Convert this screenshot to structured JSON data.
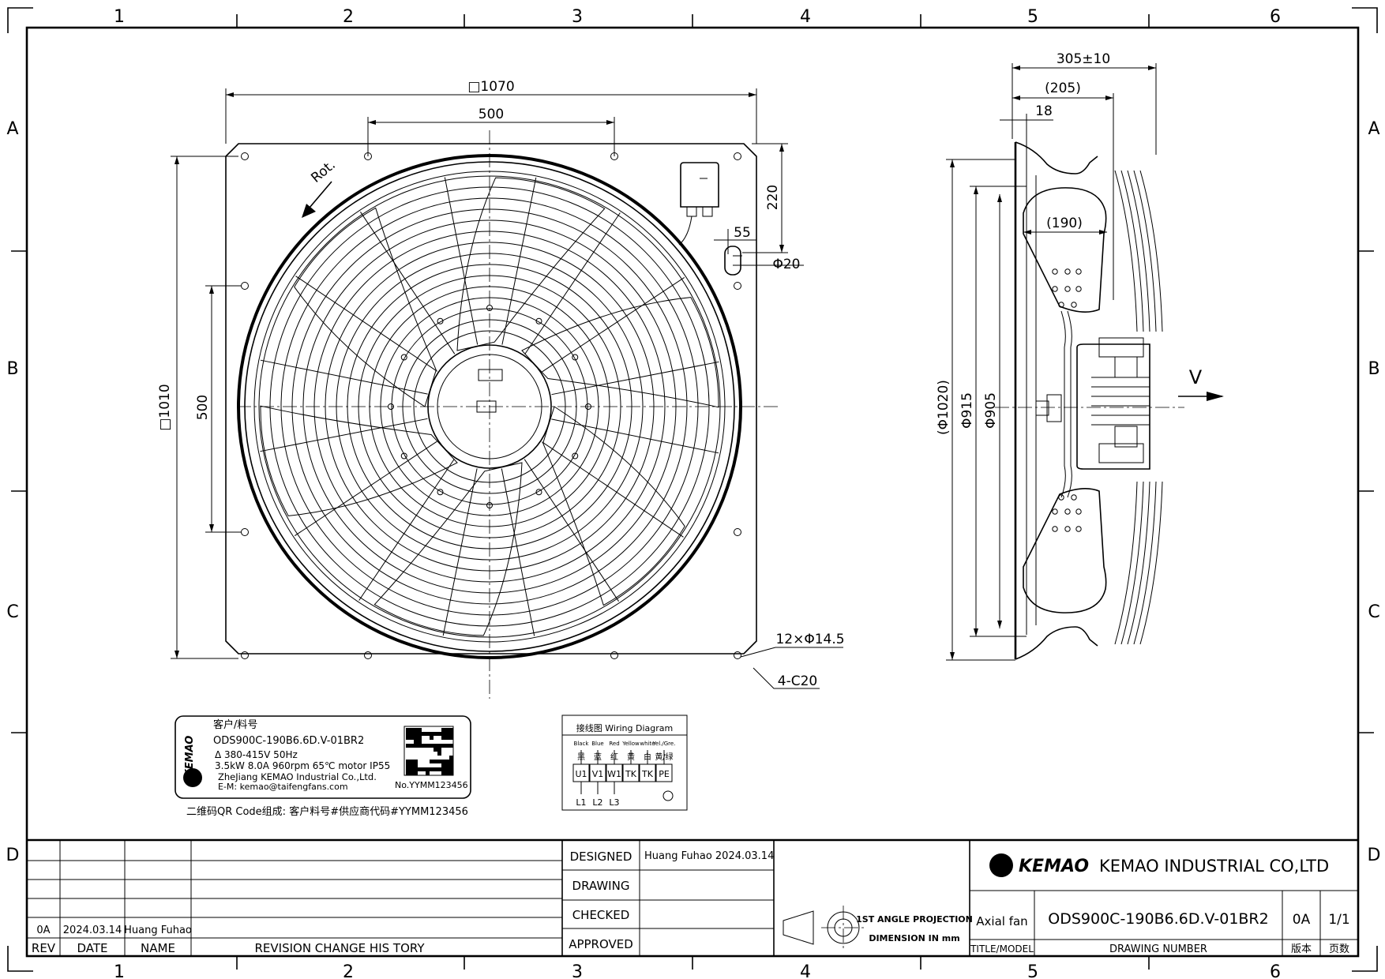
{
  "frame": {
    "columns": [
      "1",
      "2",
      "3",
      "4",
      "5",
      "6"
    ],
    "rows": [
      "A",
      "B",
      "C",
      "D"
    ]
  },
  "front_view": {
    "rotation_label": "Rot.",
    "dims": {
      "overall_width": "□1070",
      "overall_height": "□1010",
      "hole_pitch_h": "500",
      "hole_pitch_v": "500",
      "box_offset": "220",
      "pin_offset": "55",
      "pin_dia": "Φ20",
      "holes": "12×Φ14.5",
      "corners": "4-C20"
    }
  },
  "side_view": {
    "airflow_label": "V",
    "dims": {
      "overall_depth": "305±10",
      "depth_205": "(205)",
      "flange": "18",
      "depth_190": "(190)",
      "dia_1020": "(Φ1020)",
      "dia_915": "Φ915",
      "dia_905": "Φ905"
    }
  },
  "nameplate": {
    "logo_text": "KEMAO",
    "line1": "客户/料号",
    "line2": "ODS900C-190B6.6D.V-01BR2",
    "line3": "Δ 380-415V 50Hz",
    "line4": "3.5kW 8.0A 960rpm 65℃ motor IP55",
    "line5": "ZheJiang KEMAO Industrial Co.,Ltd.",
    "line6": "E-M: kemao@taifengfans.com",
    "serial": "No.YYMM123456",
    "qr_note": "二维码QR Code组成: 客户料号#供应商代码#YYMM123456"
  },
  "wiring": {
    "title": "接线图 Wiring Diagram",
    "colors_en": [
      "Black",
      "Blue",
      "Red",
      "Yellow",
      "white",
      "Yel./Gre."
    ],
    "colors_cn": [
      "黑",
      "蓝",
      "红",
      "黄",
      "白",
      "黄/绿"
    ],
    "terminals": [
      "U1",
      "V1",
      "W1",
      "TK",
      "TK",
      "PE"
    ],
    "lines": [
      "L1",
      "L2",
      "L3"
    ]
  },
  "title_block": {
    "revision": {
      "rev": "0A",
      "date": "2024.03.14",
      "name": "Huang Fuhao"
    },
    "rev_headers": {
      "rev": "REV",
      "date": "DATE",
      "name": "NAME",
      "history": "REVISION CHANGE HIS TORY"
    },
    "roles": [
      "DESIGNED",
      "DRAWING",
      "CHECKED",
      "APPROVED"
    ],
    "designed_by": "Huang Fuhao 2024.03.14",
    "projection_line1": "1ST ANGLE PROJECTION",
    "projection_line2": "DIMENSION IN mm",
    "company_logo": "KEMAO",
    "company": "KEMAO INDUSTRIAL CO,LTD",
    "title": "Axial fan",
    "drawing_number": "ODS900C-190B6.6D.V-01BR2",
    "version": "0A",
    "page": "1/1",
    "labels": {
      "title_model": "TITLE/MODEL",
      "drawing_number": "DRAWING NUMBER",
      "version": "版本",
      "page": "页数"
    }
  }
}
